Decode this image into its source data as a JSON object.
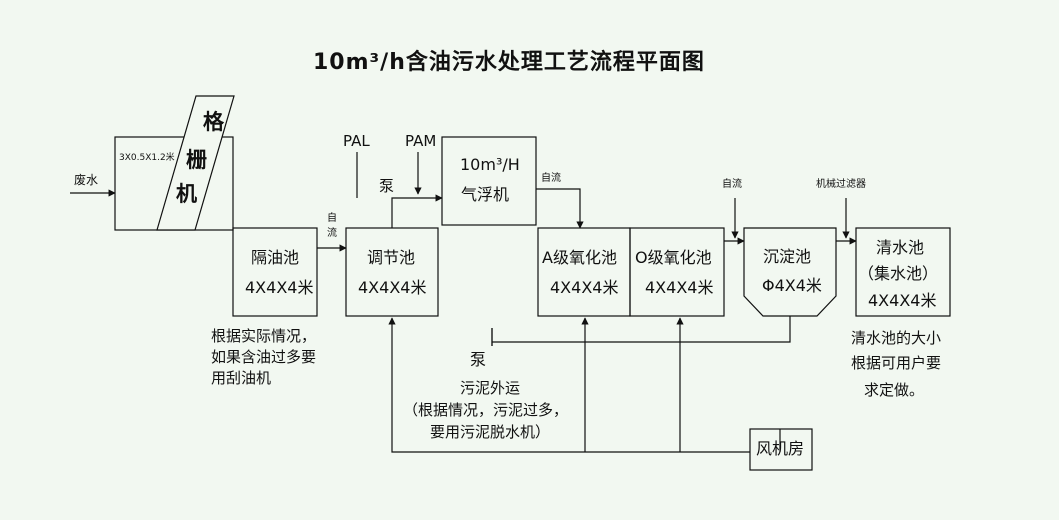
{
  "title": "10m³/h含油污水处理工艺流程平面图",
  "inputs": {
    "waste_water": "废水",
    "pal": "PAL",
    "pam": "PAM",
    "pump_top": "泵"
  },
  "grid": {
    "size": "3X0.5X1.2米",
    "chars": [
      "格",
      "栅",
      "机"
    ]
  },
  "flow_labels": {
    "self_flow": "自流",
    "self_flow_vertical": [
      "自",
      "流"
    ],
    "machine_filter": "机械过滤器"
  },
  "units": {
    "oil_separator": {
      "name": "隔油池",
      "dims": "4X4X4米"
    },
    "regulating": {
      "name": "调节池",
      "dims": "4X4X4米"
    },
    "flotation": {
      "capacity": "10m³/H",
      "name": "气浮机"
    },
    "a_oxidation": {
      "name": "A级氧化池",
      "dims": "4X4X4米"
    },
    "o_oxidation": {
      "name": "O级氧化池",
      "dims": "4X4X4米"
    },
    "sedimentation": {
      "name": "沉淀池",
      "dims": "Φ4X4米"
    },
    "clear_water": {
      "name": "清水池",
      "sub": "（集水池）",
      "dims": "4X4X4米"
    }
  },
  "blower_room": "风机房",
  "notes": {
    "oil_note": [
      "根据实际情况，",
      "如果含油过多要",
      "用刮油机"
    ],
    "sludge": {
      "pump": "泵",
      "title": "污泥外运",
      "line1": "（根据情况，污泥过多，",
      "line2": "要用污泥脱水机）"
    },
    "clear_note": [
      "清水池的大小",
      "根据可用户要",
      "求定做。"
    ]
  }
}
